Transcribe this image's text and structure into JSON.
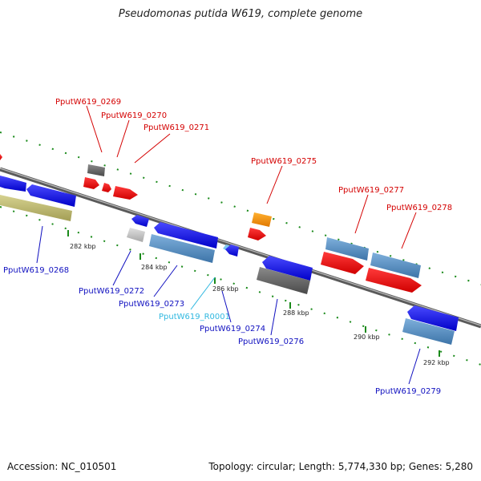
{
  "title": "Pseudomonas putida W619, complete genome",
  "footer": {
    "accession": "Accession: NC_010501",
    "summary": "Topology: circular; Length: 5,774,330 bp; Genes: 5,280"
  },
  "colors": {
    "red_labels": "#d40000",
    "blue_labels": "#1010c0",
    "rna_label": "#30b8e0",
    "tick": "#1a8a1a"
  },
  "scale_labels": [
    "282 kbp",
    "284 kbp",
    "286 kbp",
    "288 kbp",
    "290 kbp",
    "292 kbp"
  ],
  "genes_top": [
    "PputW619_0269",
    "PputW619_0270",
    "PputW619_0271",
    "PputW619_0275",
    "PputW619_0277",
    "PputW619_0278"
  ],
  "genes_bottom": [
    "PputW619_0268",
    "PputW619_0272",
    "PputW619_0273",
    "PputW619_R0001",
    "PputW619_0274",
    "PputW619_0276",
    "PputW619_0279"
  ]
}
